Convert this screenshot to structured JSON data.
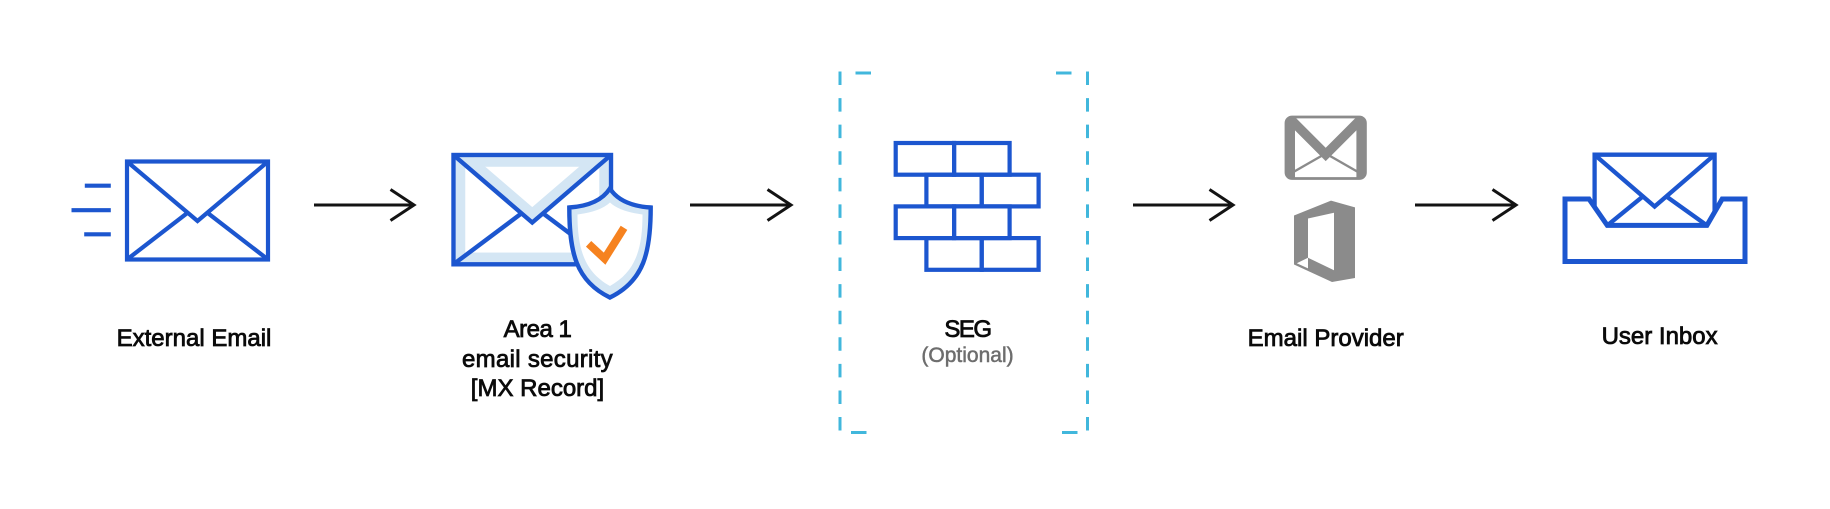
{
  "diagram": {
    "colors": {
      "icon_blue": "#1c56cf",
      "icon_light_blue": "#d4e6f4",
      "check_orange": "#f6821f",
      "optional_dashed_cyan": "#41b7dc",
      "provider_gray": "#8b8b8b",
      "arrow_black": "#131313",
      "label_black": "#0b0b0b",
      "sublabel_gray": "#6d6d6d",
      "background": "#ffffff"
    },
    "nodes": [
      {
        "id": "external-email",
        "icon": "envelope-speed-icon",
        "label": "External Email"
      },
      {
        "id": "area1-email-security",
        "icon": "envelope-shield-check-icon",
        "label_line1": "Area 1",
        "label_line2": "email security",
        "label_line3": "[MX Record]"
      },
      {
        "id": "seg",
        "icon": "firewall-brick-wall-icon",
        "label": "SEG",
        "sublabel": "(Optional)"
      },
      {
        "id": "email-provider",
        "icon": "gmail-and-office-icons",
        "label": "Email Provider"
      },
      {
        "id": "user-inbox",
        "icon": "inbox-tray-envelope-icon",
        "label": "User Inbox"
      }
    ],
    "connections": [
      {
        "from": "external-email",
        "to": "area1-email-security"
      },
      {
        "from": "area1-email-security",
        "to": "seg"
      },
      {
        "from": "seg",
        "to": "email-provider"
      },
      {
        "from": "email-provider",
        "to": "user-inbox"
      }
    ]
  }
}
